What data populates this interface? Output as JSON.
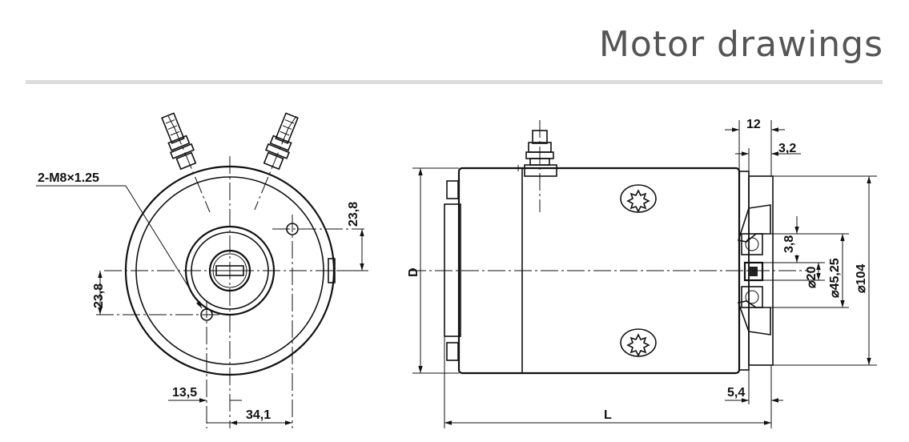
{
  "page": {
    "title": "Motor drawings"
  },
  "front_view": {
    "thread_label": "2-M8×1.25",
    "dims": {
      "hole_vertical": "23,8",
      "hole_vertical_left": "23,8",
      "hole_offset_left": "13,5",
      "hole_offset_right": "34,1"
    }
  },
  "side_view": {
    "dims": {
      "flange_width": "12",
      "flange_step": "3,2",
      "bearing_offset": "3,8",
      "shaft_diameter": "⌀20",
      "pilot_diameter": "⌀45,25",
      "body_diameter": "⌀104",
      "body_diameter_symbol": "D",
      "overall_length": "L",
      "end_offset": "5,4"
    }
  }
}
